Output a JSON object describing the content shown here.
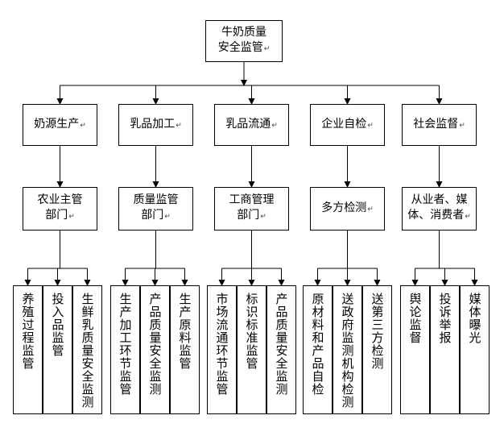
{
  "root": {
    "line1": "牛奶质量",
    "line2": "安全监管"
  },
  "categories": [
    {
      "name": "奶源生产",
      "dept": [
        "农业主管",
        "部门"
      ],
      "leaves": [
        "养殖过程监管",
        "投入品监管",
        "生鲜乳质量安全监测"
      ]
    },
    {
      "name": "乳品加工",
      "dept": [
        "质量监管",
        "部门"
      ],
      "leaves": [
        "生产加工环节监管",
        "产品质量安全监测",
        "生产原料监管"
      ]
    },
    {
      "name": "乳品流通",
      "dept": [
        "工商管理",
        "部门"
      ],
      "leaves": [
        "市场流通环节监管",
        "标识标准监管",
        "产品质量安全监测"
      ]
    },
    {
      "name": "企业自检",
      "dept": [
        "多方检测"
      ],
      "leaves": [
        "原材料和产品自检",
        "送政府监测机构检测",
        "送第三方检测"
      ]
    },
    {
      "name": "社会监督",
      "dept": [
        "从业者、媒",
        "体、消费者"
      ],
      "leaves": [
        "舆论监督",
        "投诉举报",
        "媒体曝光"
      ]
    }
  ],
  "paragraph_mark": "↵"
}
